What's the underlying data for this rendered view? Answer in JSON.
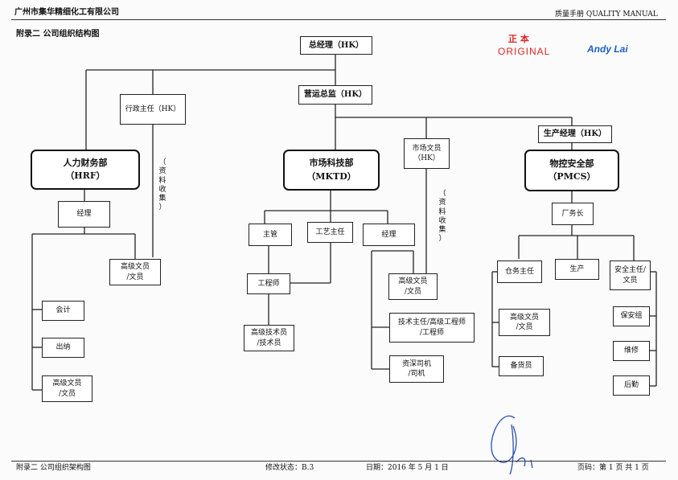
{
  "header": {
    "company": "广州市集华精细化工有限公司",
    "manual": "质量手册 QUALITY   MANUAL",
    "appendix_title": "附录二  公司组织结构图"
  },
  "logos": {
    "zhengben": "正   本",
    "original": "ORIGINAL",
    "andylai": "Andy Lai"
  },
  "org": {
    "gm": "总经理（HK）",
    "ops_director": "营运总监（HK）",
    "admin_head": "行政主任（HK）",
    "prod_manager": "生产经理（HK）",
    "market_clerk": [
      "市场文员",
      "（HK）"
    ],
    "hr": {
      "title": "人力财务部",
      "code": "（HRF）",
      "manager": "经理",
      "senior_clerk": [
        "高级文员",
        "/文员"
      ],
      "accountant": "会计",
      "cashier": "出纳",
      "senior_clerk2": [
        "高级文员",
        "/文员"
      ]
    },
    "mktd": {
      "title": "市场科技部",
      "code": "（MKTD）",
      "supervisor": "主管",
      "process_head": "工艺主任",
      "manager": "经理",
      "engineer": "工程师",
      "senior_tech": [
        "高级技术员",
        "/技术员"
      ],
      "senior_clerk": [
        "高级文员",
        "/文员"
      ],
      "tech_head": [
        "技术主任/高级工程师",
        "/工程师"
      ],
      "driver": [
        "资深司机",
        "/司机"
      ]
    },
    "pmcs": {
      "title": "物控安全部",
      "code": "（PMCS）",
      "plant_head": "厂务长",
      "warehouse_head": "仓务主任",
      "production": "生产",
      "safety_head": [
        "安全主任/",
        "文员"
      ],
      "senior_clerk": [
        "高级文员",
        "/文员"
      ],
      "stock_clerk": "备货员",
      "security": "保安组",
      "maintenance": "维修",
      "logistics": "后勤"
    },
    "note_left": [
      "（",
      "资",
      "料",
      "收",
      "集",
      "）"
    ],
    "note_right": [
      "（",
      "资",
      "料",
      "收",
      "集",
      "）"
    ]
  },
  "footer": {
    "appendix": "附录二  公司组织架构图",
    "revision": "修改状态：B.3",
    "date": "日期：2016 年 5 月 1 日",
    "page": "页码：第 1 页  共 1 页"
  }
}
